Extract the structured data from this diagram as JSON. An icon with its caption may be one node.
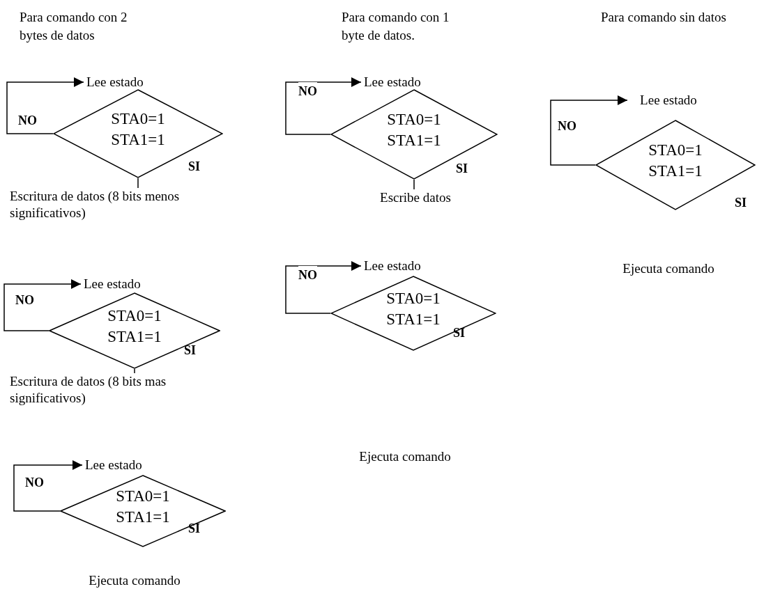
{
  "diagram": {
    "nodes": [
      {
        "text": [
          "Lee estado"
        ]
      },
      {
        "text": [
          "STA0=1",
          "STA1=1"
        ]
      },
      {
        "text": [
          "Escritura de datos (8 bits menos significativos)"
        ]
      },
      {
        "text": [
          "Lee estado"
        ]
      },
      {
        "text": [
          "STA0=1",
          "STA1=1"
        ]
      },
      {
        "text": [
          "Escritura de datos (8 bits mas significativos)"
        ]
      },
      {
        "text": [
          "Lee estado"
        ]
      },
      {
        "text": [
          "STA0=1",
          "STA1=1"
        ]
      },
      {
        "text": [
          "Ejecuta comando"
        ]
      },
      {
        "text": [
          "Lee estado"
        ]
      },
      {
        "text": [
          "STA0=1",
          "STA1=1"
        ]
      },
      {
        "text": [
          "Escribe datos"
        ]
      },
      {
        "text": [
          "Lee estado"
        ]
      },
      {
        "text": [
          "STA0=1",
          "STA1=1"
        ]
      },
      {
        "text": [
          "Ejecuta comando"
        ]
      },
      {
        "text": [
          "Lee estado"
        ]
      },
      {
        "text": [
          "STA0=1",
          "STA1=1"
        ]
      },
      {
        "text": [
          "Ejecuta comando"
        ]
      }
    ],
    "edges": [
      {
        "from": 1,
        "to": 0,
        "arrow": "to",
        "label": "NO"
      },
      {
        "from": 1,
        "to": 2,
        "arrow": "none"
      },
      {
        "from": 4,
        "to": 3,
        "arrow": "to",
        "label": "NO"
      },
      {
        "from": 4,
        "to": 5,
        "arrow": "none"
      },
      {
        "from": 7,
        "to": 6,
        "arrow": "to",
        "label": "NO"
      },
      {
        "from": 10,
        "to": 9,
        "arrow": "to",
        "label": "NO"
      },
      {
        "from": 10,
        "to": 11,
        "arrow": "none"
      },
      {
        "from": 13,
        "to": 12,
        "arrow": "to",
        "label": "NO"
      },
      {
        "from": 16,
        "to": 15,
        "arrow": "to",
        "label": "NO"
      }
    ],
    "labels": [
      "Para comando con 2 bytes de datos",
      "Para comando con 1 byte de datos.",
      "Para comando sin datos",
      "SI",
      "SI",
      "SI",
      "SI",
      "SI",
      "SI"
    ]
  }
}
